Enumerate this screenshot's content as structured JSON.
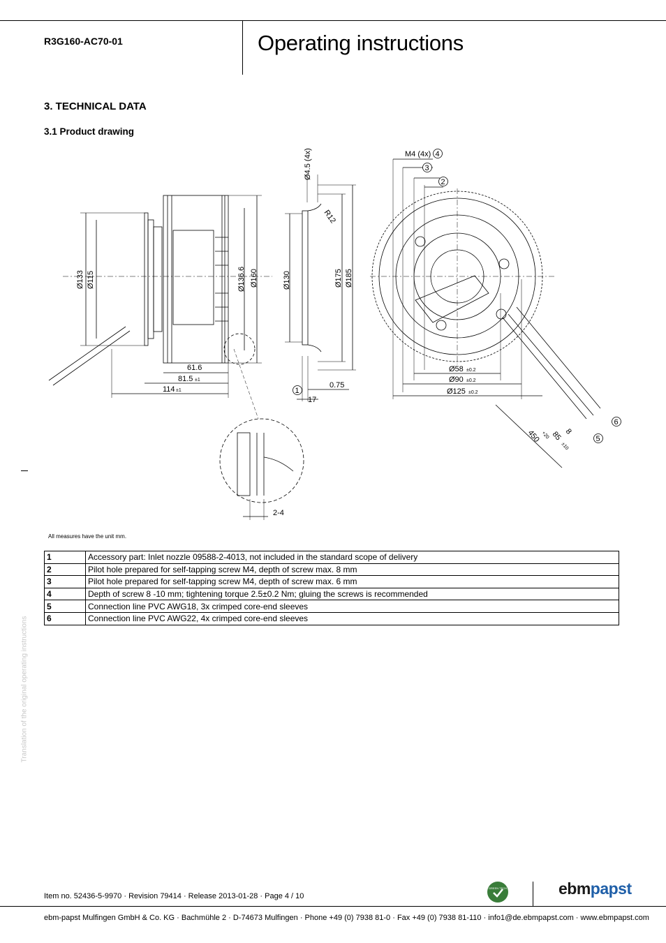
{
  "header": {
    "model": "R3G160-AC70-01",
    "title": "Operating instructions"
  },
  "section": {
    "heading": "3. TECHNICAL DATA",
    "subheading": "3.1 Product drawing"
  },
  "drawing": {
    "dimensions": {
      "d133": "Ø133",
      "d115": "Ø115",
      "d136": "Ø136.6",
      "d160": "Ø160",
      "d130": "Ø130",
      "d175": "Ø175",
      "d185": "Ø185",
      "hole": "Ø4.5 (4x)",
      "r12": "R12",
      "m4": "M4 (4x)",
      "w616": "61.6",
      "w815": "81.5",
      "tol1": "±1",
      "w114": "114",
      "w075": "0.75",
      "w17": "17",
      "d58": "Ø58",
      "d90": "Ø90",
      "d125": "Ø125",
      "tol02": "±0.2",
      "l450": "450",
      "l450tol": "+20",
      "l85": "85",
      "l85tol": "±10",
      "l8": "8",
      "d24": "2-4"
    },
    "callouts": [
      "1",
      "2",
      "3",
      "4",
      "5",
      "6"
    ]
  },
  "units_note": "All measures have the unit mm.",
  "legend": [
    {
      "num": "1",
      "text": "Accessory part: Inlet nozzle 09588-2-4013, not included in the standard scope of delivery"
    },
    {
      "num": "2",
      "text": "Pilot hole prepared for self-tapping screw M4, depth of screw max. 8 mm"
    },
    {
      "num": "3",
      "text": "Pilot hole prepared for self-tapping screw M4, depth of screw max. 6 mm"
    },
    {
      "num": "4",
      "text": "Depth of screw 8 -10 mm; tightening torque 2.5±0.2 Nm; gluing the screws is recommended"
    },
    {
      "num": "5",
      "text": "Connection line PVC AWG18, 3x crimped core-end sleeves"
    },
    {
      "num": "6",
      "text": "Connection line PVC AWG22, 4x crimped core-end sleeves"
    }
  ],
  "side_note": "Translation of the original operating instructions",
  "footer": {
    "item_line": "Item no. 52436-5-9970 · Revision 79414 · Release 2013-01-28 · Page 4 / 10",
    "company_line": "ebm-papst Mulfingen GmbH & Co. KG · Bachmühle 2 · D-74673 Mulfingen · Phone +49 (0) 7938 81-0 · Fax +49 (0) 7938 81-110 · info1@de.ebmpapst.com · www.ebmpapst.com",
    "badge_text": "GREEN TECH",
    "logo_ebm": "ebm",
    "logo_papst": "papst"
  }
}
